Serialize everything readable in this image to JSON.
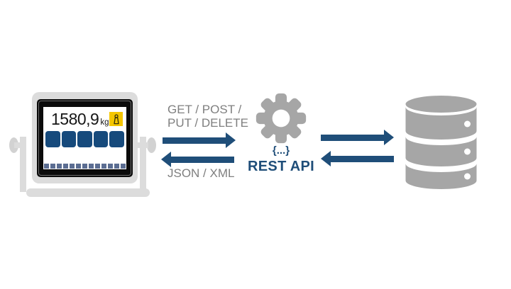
{
  "scale_display": {
    "value": "1580,9",
    "unit": "kg",
    "softkey_count": 5,
    "taskbar_segment_count": 13
  },
  "left_flow": {
    "request_line1": "GET / POST /",
    "request_line2": "PUT / DELETE",
    "response_label": "JSON / XML"
  },
  "api": {
    "symbol": "{...}",
    "label": "REST API"
  },
  "database": {
    "segment_count": 3
  },
  "colors": {
    "accent_blue": "#1F4E79",
    "hardware_gray": "#DCDCDC",
    "knob_gray": "#D2D2D2",
    "icon_gray": "#A6A6A6",
    "muted_text": "#7F7F7F",
    "alert_yellow": "#F5C600",
    "softkey_blue": "#164A7C",
    "taskbar_blue": "#5B6D92"
  }
}
